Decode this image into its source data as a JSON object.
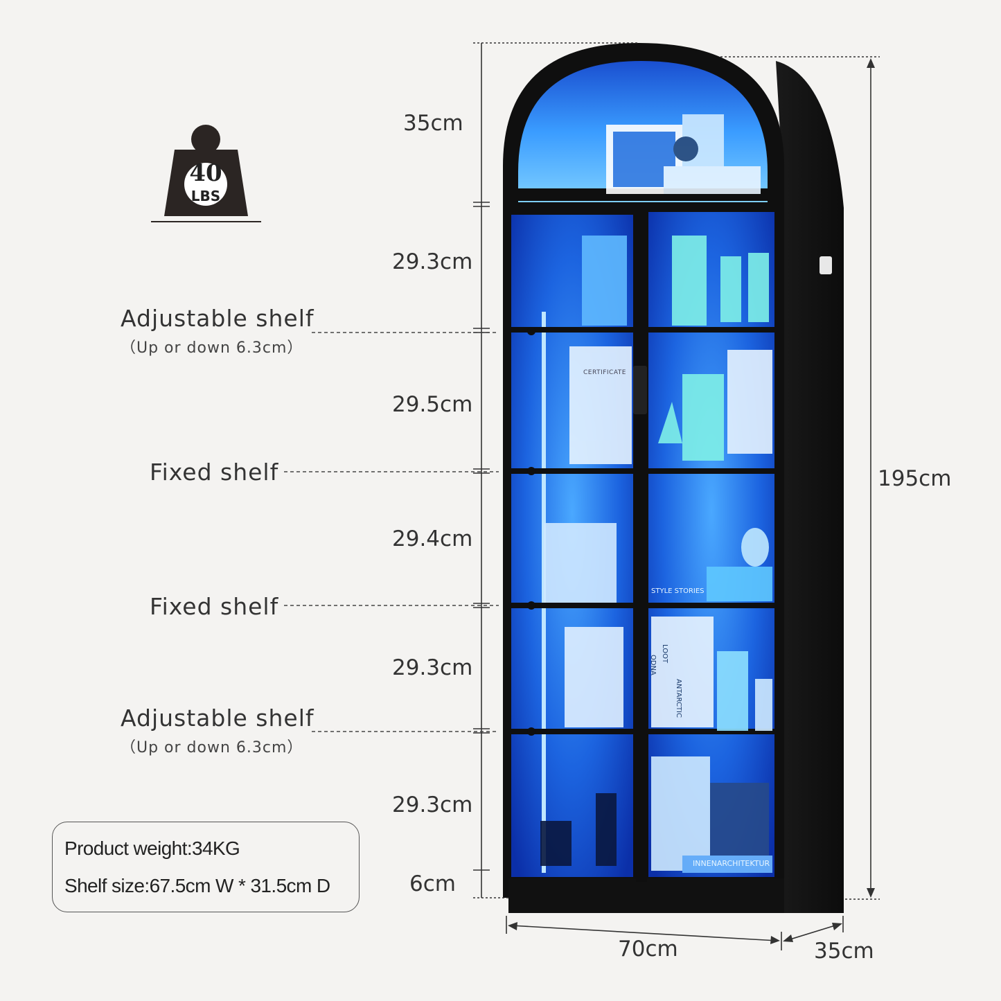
{
  "weight_badge": {
    "value": "40",
    "unit": "LBS"
  },
  "dimensions": {
    "total_height": "195cm",
    "width": "70cm",
    "depth": "35cm",
    "segments": [
      "35cm",
      "29.3cm",
      "29.5cm",
      "29.4cm",
      "29.3cm",
      "29.3cm",
      "6cm"
    ]
  },
  "shelves": [
    {
      "name": "Adjustable shelf",
      "note": "（Up or down 6.3cm）"
    },
    {
      "name": "Fixed shelf"
    },
    {
      "name": "Fixed shelf"
    },
    {
      "name": "Adjustable shelf",
      "note": "（Up or down 6.3cm）"
    }
  ],
  "info": {
    "weight": "Product weight:34KG",
    "shelf_size": "Shelf size:67.5cm W * 31.5cm D"
  },
  "item_labels": [
    "CERTIFICATE",
    "INNENARCHITEKTUR",
    "STYLE STORIES",
    "ANTARCTIC",
    "LOOT",
    "ODNA"
  ],
  "colors": {
    "cabinet": "#111111",
    "led_glow": "#2f86ff",
    "background": "#f4f3f1"
  }
}
